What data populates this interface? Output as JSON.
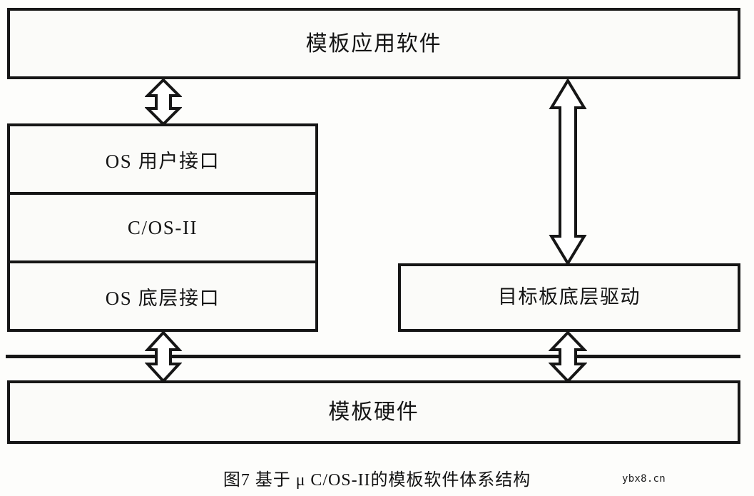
{
  "figure": {
    "caption": "图7  基于 μ C/OS-II的模板软件体系结构",
    "watermark": "ybx8.cn"
  },
  "diagram": {
    "type": "layered-block-diagram",
    "boxes": {
      "application": {
        "label": "模板应用软件"
      },
      "os_stack": {
        "layers": [
          {
            "label": "OS 用户接口"
          },
          {
            "label": "C/OS-II"
          },
          {
            "label": "OS 底层接口"
          }
        ]
      },
      "board_driver": {
        "label": "目标板底层驱动"
      },
      "hardware": {
        "label": "模板硬件"
      }
    },
    "connectors": [
      {
        "name": "app-to-os-stack",
        "style": "double-headed-hollow-arrow",
        "orientation": "vertical"
      },
      {
        "name": "app-to-board-driver",
        "style": "double-headed-hollow-arrow",
        "orientation": "vertical"
      },
      {
        "name": "os-stack-to-hardware",
        "style": "double-headed-hollow-arrow",
        "orientation": "vertical"
      },
      {
        "name": "board-driver-to-hardware",
        "style": "double-headed-hollow-arrow",
        "orientation": "vertical"
      }
    ],
    "boundary_line": {
      "name": "software-hardware-boundary"
    },
    "colors": {
      "stroke": "#161616",
      "fill": "#fbfbf9",
      "page": "#fdfdfb",
      "text": "#141414"
    }
  }
}
